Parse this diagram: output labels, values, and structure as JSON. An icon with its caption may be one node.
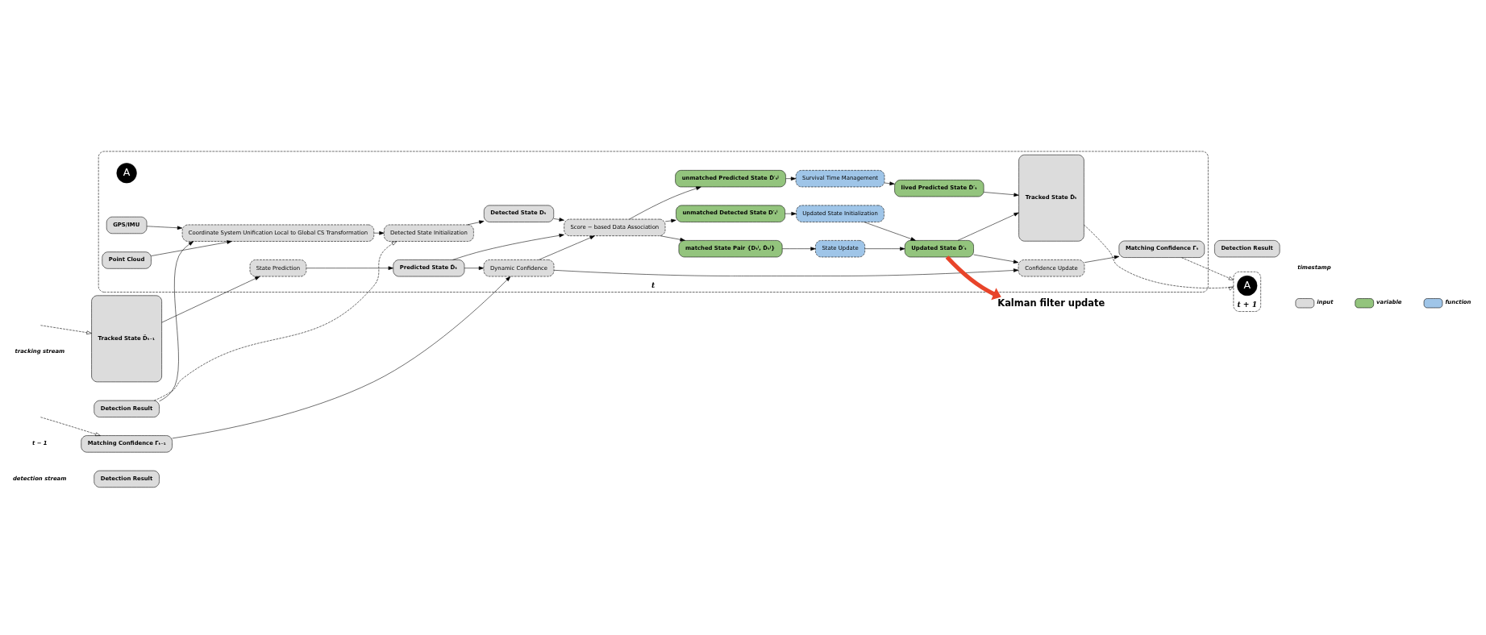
{
  "diagram": {
    "nodes": [
      {
        "text": [
          "Detection Result"
        ]
      },
      {
        "text": [
          "Detection Result"
        ]
      },
      {
        "text": [
          "Detection Result"
        ]
      },
      {
        "text": [
          "Tracked State D̃ₜ₋₁"
        ]
      },
      {
        "text": [
          "Matching Confidence Γₜ₋₁"
        ]
      },
      {
        "text": [
          "t"
        ]
      },
      {
        "text": [
          "A"
        ],
        "in": 5
      },
      {
        "text": [
          "Point Cloud"
        ],
        "in": 5
      },
      {
        "text": [
          "GPS/IMU"
        ],
        "in": 5
      },
      {
        "text": [
          "Coordinate System Unification Local to Global CS Transformation"
        ],
        "in": 5
      },
      {
        "text": [
          "Detected State Initialization"
        ],
        "in": 5
      },
      {
        "text": [
          "Detected State Dₜ"
        ],
        "in": 5
      },
      {
        "text": [
          "State Prediction"
        ],
        "in": 5
      },
      {
        "text": [
          "Predicted State D̂ₜ"
        ],
        "in": 5
      },
      {
        "text": [
          "Dynamic Confidence"
        ],
        "in": 5
      },
      {
        "text": [
          "Score − based Data Association"
        ],
        "in": 5
      },
      {
        "text": [
          "unmatched Predicted State D̂′ₜʲ"
        ],
        "in": 5
      },
      {
        "text": [
          "unmatched Detected State D′ₜⁱ"
        ],
        "in": 5
      },
      {
        "text": [
          "Updated State Initialization"
        ],
        "in": 5
      },
      {
        "text": [
          "State Update"
        ],
        "in": 5
      },
      {
        "text": [
          "matched State Pair {Dₜⁱ, D̂ₜʲ}"
        ],
        "in": 5
      },
      {
        "text": [
          "Survival Time Management"
        ],
        "in": 5
      },
      {
        "text": [
          "lived Predicted State D̂′ₜ"
        ],
        "in": 5
      },
      {
        "text": [
          "Updated State D̃′ₜ"
        ],
        "in": 5
      },
      {
        "text": [
          "Confidence Update"
        ],
        "in": 5
      },
      {
        "text": [
          "Tracked State D̃ₜ"
        ],
        "in": 5
      },
      {
        "text": [
          "Matching Confidence Γₜ"
        ],
        "in": 5
      },
      {
        "text": [
          "t + 1"
        ]
      },
      {
        "text": [
          "A"
        ],
        "in": 27
      },
      {
        "text": [
          "Kalman filter update"
        ]
      }
    ],
    "edges": [
      {
        "from": null,
        "to": 3,
        "arrow": "to",
        "style": "dashed"
      },
      {
        "from": null,
        "to": 4,
        "arrow": "to",
        "style": "dashed"
      },
      {
        "from": 3,
        "to": 12,
        "arrow": "to"
      },
      {
        "from": 4,
        "to": 14,
        "arrow": "to"
      },
      {
        "from": 7,
        "to": 9,
        "arrow": "to"
      },
      {
        "from": 8,
        "to": 9,
        "arrow": "to"
      },
      {
        "from": 1,
        "to": 9,
        "arrow": "to"
      },
      {
        "from": 1,
        "to": 10,
        "arrow": "to",
        "style": "dashed"
      },
      {
        "from": 9,
        "to": 10,
        "arrow": "to"
      },
      {
        "from": 10,
        "to": 11,
        "arrow": "to"
      },
      {
        "from": 11,
        "to": 15,
        "arrow": "to"
      },
      {
        "from": 12,
        "to": 13,
        "arrow": "to"
      },
      {
        "from": 13,
        "to": 14,
        "arrow": "to"
      },
      {
        "from": 13,
        "to": 15,
        "arrow": "to"
      },
      {
        "from": 14,
        "to": 15,
        "arrow": "to"
      },
      {
        "from": 14,
        "to": 24,
        "arrow": "to"
      },
      {
        "from": 15,
        "to": 16,
        "arrow": "to"
      },
      {
        "from": 15,
        "to": 17,
        "arrow": "to"
      },
      {
        "from": 15,
        "to": 20,
        "arrow": "to"
      },
      {
        "from": 16,
        "to": 21,
        "arrow": "to"
      },
      {
        "from": 21,
        "to": 22,
        "arrow": "to"
      },
      {
        "from": 17,
        "to": 18,
        "arrow": "to"
      },
      {
        "from": 20,
        "to": 19,
        "arrow": "to"
      },
      {
        "from": 18,
        "to": 23,
        "arrow": "to"
      },
      {
        "from": 19,
        "to": 23,
        "arrow": "to"
      },
      {
        "from": 22,
        "to": 25,
        "arrow": "to"
      },
      {
        "from": 23,
        "to": 25,
        "arrow": "to"
      },
      {
        "from": 23,
        "to": 24,
        "arrow": "to"
      },
      {
        "from": 24,
        "to": 26,
        "arrow": "to"
      },
      {
        "from": 25,
        "to": 27,
        "arrow": "to",
        "style": "dashed"
      },
      {
        "from": 26,
        "to": 27,
        "arrow": "to",
        "style": "dashed"
      },
      {
        "from": 23,
        "to": 29,
        "arrow": "to",
        "style": "thick",
        "color": "#e8442a"
      }
    ],
    "labels": [
      "detection stream",
      "tracking stream",
      "t − 1",
      "timestamp"
    ],
    "legend": [
      {
        "text": "input",
        "color": "#dcdcdc"
      },
      {
        "text": "variable",
        "color": "#93c47d"
      },
      {
        "text": "function",
        "color": "#9fc5e8"
      }
    ]
  }
}
